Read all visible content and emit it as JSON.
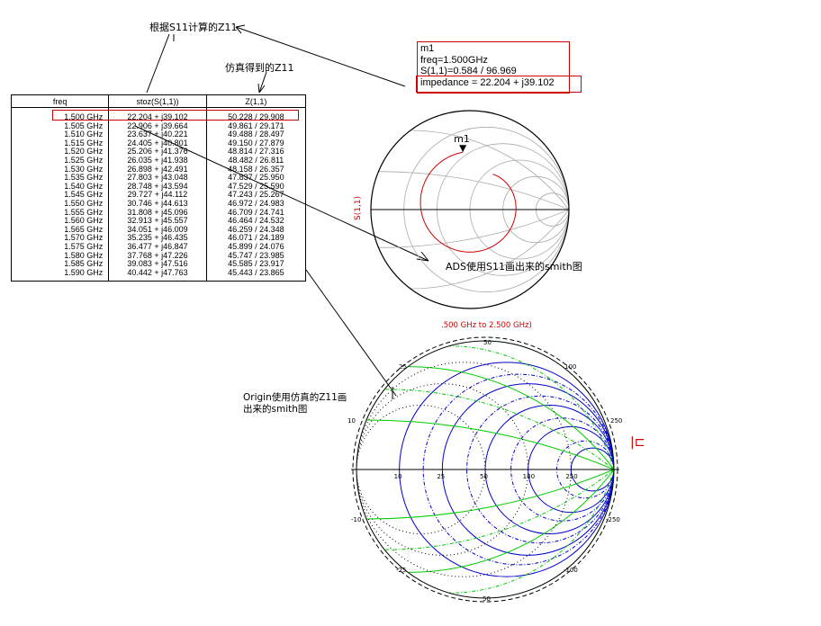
{
  "annotations": {
    "calc_label": "根据S11计算的Z11",
    "sim_label": "仿真得到的Z11",
    "ads_label": "ADS使用S11画出来的smith图",
    "origin_label_line1": "Origin使用仿真的Z11画",
    "origin_label_line2": "出来的smith图"
  },
  "table": {
    "headers": [
      "freq",
      "stoz(S(1,1))",
      "Z(1,1)"
    ],
    "rows": [
      [
        "1.500 GHz",
        "22.204 + j39.102",
        "50.228 / 29.908"
      ],
      [
        "1.505 GHz",
        "22.906 + j39.664",
        "49.861 / 29.171"
      ],
      [
        "1.510 GHz",
        "23.637 + j40.221",
        "49.488 / 28.497"
      ],
      [
        "1.515 GHz",
        "24.405 + j40.801",
        "49.150 / 27.879"
      ],
      [
        "1.520 GHz",
        "25.206 + j41.376",
        "48.814 / 27.316"
      ],
      [
        "1.525 GHz",
        "26.035 + j41.938",
        "48.482 / 26.811"
      ],
      [
        "1.530 GHz",
        "26.898 + j42.491",
        "48.158 / 26.357"
      ],
      [
        "1.535 GHz",
        "27.803 + j43.048",
        "47.837 / 25.950"
      ],
      [
        "1.540 GHz",
        "28.748 + j43.594",
        "47.529 / 25.590"
      ],
      [
        "1.545 GHz",
        "29.727 + j44.112",
        "47.243 / 25.267"
      ],
      [
        "1.550 GHz",
        "30.746 + j44.613",
        "46.972 / 24.983"
      ],
      [
        "1.555 GHz",
        "31.808 + j45.096",
        "46.709 / 24.741"
      ],
      [
        "1.560 GHz",
        "32.913 + j45.557",
        "46.464 / 24.532"
      ],
      [
        "1.565 GHz",
        "34.051 + j46.009",
        "46.259 / 24.348"
      ],
      [
        "1.570 GHz",
        "35.235 + j46.435",
        "46.071 / 24.189"
      ],
      [
        "1.575 GHz",
        "36.477 + j46.847",
        "45.899 / 24.076"
      ],
      [
        "1.580 GHz",
        "37.768 + j47.226",
        "45.747 / 23.985"
      ],
      [
        "1.585 GHz",
        "39.083 + j47.516",
        "45.585 / 23.917"
      ],
      [
        "1.590 GHz",
        "40.442 + j47.763",
        "45.443 / 23.865"
      ]
    ]
  },
  "marker": {
    "name": "m1",
    "freq": "freq=1.500GHz",
    "s11": "S(1,1)=0.584 / 96.969",
    "impedance": "impedance = 22.204 + j39.102"
  },
  "ads_chart": {
    "axis_label": "S(1,1)",
    "freq_range": ".500 GHz to 2.500 GHz)",
    "marker_label": "m1",
    "curve_color": "#cc0000"
  },
  "origin_chart": {
    "resistance_labels": [
      "10",
      "25",
      "50",
      "100",
      "250"
    ],
    "reactance_labels_top": [
      "50",
      "25",
      "100",
      "10",
      "250"
    ],
    "reactance_labels_bottom": [
      "-10",
      "-250",
      "-25",
      "-100",
      "50"
    ],
    "grid_colors": {
      "resistance": "#0000cc",
      "reactance": "#00cc00",
      "dotted": "#000000"
    }
  },
  "misc": {
    "right_glyph": "|⊏"
  }
}
